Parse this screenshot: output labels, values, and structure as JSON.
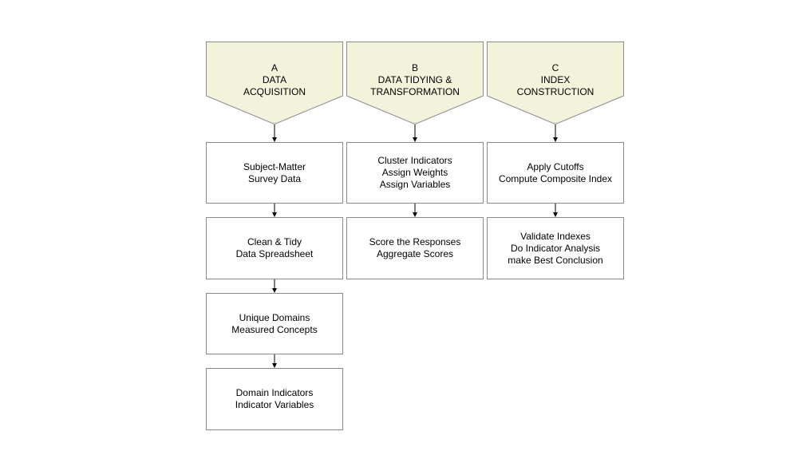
{
  "colors": {
    "header_fill": "#f3f3dc",
    "border": "#8a8a8a",
    "arrow": "#000000"
  },
  "columns": [
    {
      "letter": "A",
      "title_lines": [
        "DATA",
        "ACQUISITION"
      ],
      "steps": [
        {
          "lines": [
            "Subject-Matter",
            "Survey Data"
          ]
        },
        {
          "lines": [
            "Clean & Tidy",
            "Data Spreadsheet"
          ]
        },
        {
          "lines": [
            "Unique Domains",
            "Measured Concepts"
          ]
        },
        {
          "lines": [
            "Domain Indicators",
            "Indicator Variables"
          ]
        }
      ]
    },
    {
      "letter": "B",
      "title_lines": [
        "DATA TIDYING &",
        "TRANSFORMATION"
      ],
      "steps": [
        {
          "lines": [
            "Cluster Indicators",
            "Assign Weights",
            "Assign Variables"
          ]
        },
        {
          "lines": [
            "Score the Responses",
            "Aggregate Scores"
          ]
        }
      ]
    },
    {
      "letter": "C",
      "title_lines": [
        "INDEX",
        "CONSTRUCTION"
      ],
      "steps": [
        {
          "lines": [
            "Apply Cutoffs",
            "Compute Composite Index"
          ]
        },
        {
          "lines": [
            "Validate Indexes",
            "Do Indicator Analysis",
            "make Best Conclusion"
          ]
        }
      ]
    }
  ]
}
